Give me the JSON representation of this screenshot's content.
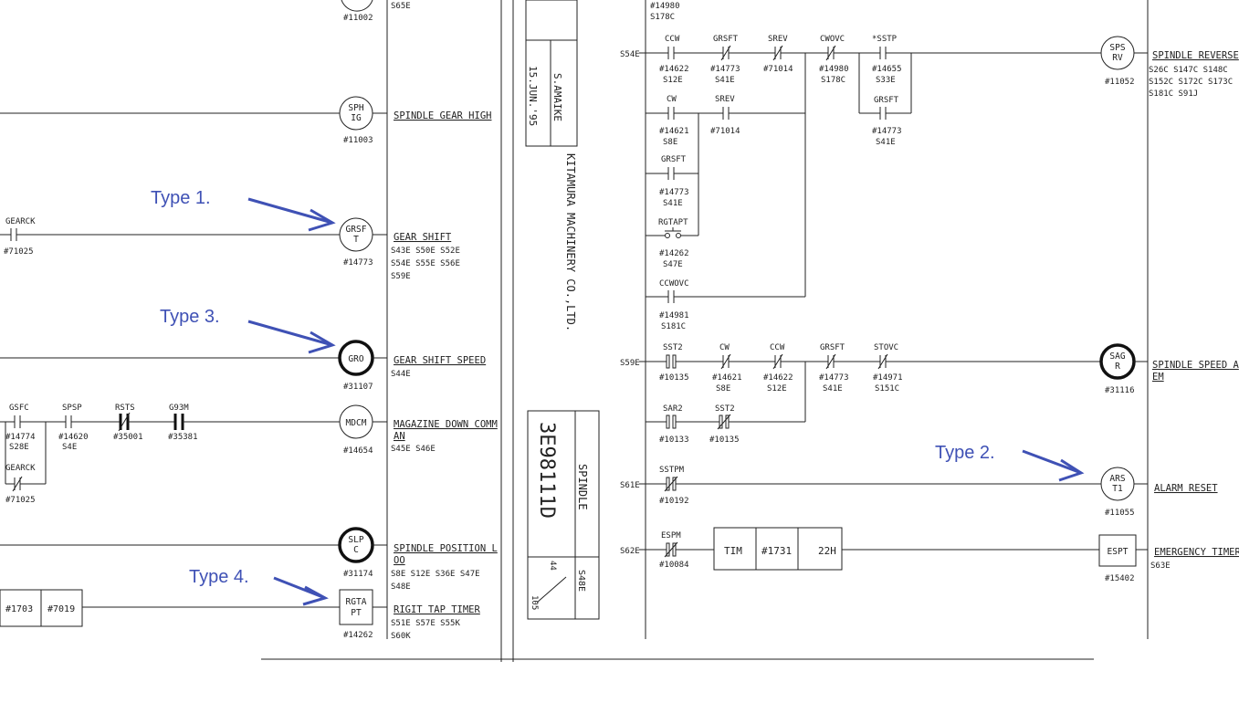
{
  "annotations": {
    "type1": "Type 1.",
    "type2": "Type 2.",
    "type3": "Type 3.",
    "type4": "Type 4."
  },
  "colors": {
    "annotation": "#3f51b5",
    "ink": "#222222"
  },
  "left_panel": {
    "top_coil": {
      "addr": "#11002",
      "refs": "S65E"
    },
    "rungs": [
      {
        "coil": [
          "SPH",
          "IG"
        ],
        "addr": "#11003",
        "label": "SPINDLE GEAR HIGH",
        "refs": []
      },
      {
        "coil": [
          "GRSF",
          "T"
        ],
        "addr": "#14773",
        "label": "GEAR SHIFT",
        "refs": [
          "S43E S50E S52E",
          "S54E S55E S56E",
          "S59E"
        ],
        "contact": {
          "name": "GEARCK",
          "addr": "#71025"
        }
      },
      {
        "coil": [
          "GRO"
        ],
        "addr": "#31107",
        "label": "GEAR SHIFT SPEED",
        "refs": [
          "S44E"
        ]
      },
      {
        "coil": [
          "MDCM"
        ],
        "addr": "#14654",
        "label": "MAGAZINE DOWN COMM",
        "label2": "AN",
        "refs": [
          "S45E S46E"
        ]
      },
      {
        "coil": [
          "SLP",
          "C"
        ],
        "addr": "#31174",
        "label": "SPINDLE POSITION L",
        "label2": "OO",
        "refs": [
          "S8E S12E S36E S47E",
          "S48E"
        ]
      },
      {
        "coil": [
          "RGTA",
          "PT"
        ],
        "addr": "#14262",
        "label": "RIGIT TAP TIMER",
        "refs": [
          "S51E S57E S55K",
          "S60K"
        ]
      }
    ],
    "mdcm_contacts": [
      {
        "name": "GSFC",
        "addr": "#14774",
        "ref": "S28E"
      },
      {
        "name": "SPSP",
        "addr": "#14620",
        "ref": "S4E"
      },
      {
        "name": "RSTS",
        "addr": "#35001",
        "ref": ""
      },
      {
        "name": "G93M",
        "addr": "#35381",
        "ref": ""
      }
    ],
    "mdcm_branch": {
      "name": "GEARCK",
      "addr": "#71025"
    },
    "timer_boxes": [
      "#1703",
      "#7019"
    ]
  },
  "title_block": {
    "designer": "S.AMAIKE",
    "date": "15.JUN.'95",
    "company": "KITAMURA MACHINERY CO.,LTD.",
    "drawing_no": "3E98111D",
    "section": "SPINDLE",
    "page_num": "44",
    "page_total": "105",
    "sheet": "S48E"
  },
  "right_panel": {
    "top_note": {
      "addr": "#14980",
      "ref": "S178C"
    },
    "rung_s54e": {
      "num": "S54E",
      "contacts": [
        {
          "name": "CCW",
          "addr": "#14622",
          "ref": "S12E"
        },
        {
          "name": "GRSFT",
          "addr": "#14773",
          "ref": "S41E"
        },
        {
          "name": "SREV",
          "addr": "#71014",
          "ref": ""
        },
        {
          "name": "CWOVC",
          "addr": "#14980",
          "ref": "S178C"
        },
        {
          "name": "*SSTP",
          "addr": "#14655",
          "ref": "S33E"
        }
      ],
      "parallel": [
        {
          "name": "CW",
          "addr": "#14621",
          "ref": "S8E"
        },
        {
          "name": "SREV",
          "addr": "#71014",
          "ref": ""
        },
        {
          "name": "GRSFT",
          "addr": "#14773",
          "ref": "S41E"
        },
        {
          "name": "RGTAPT",
          "addr": "#14262",
          "ref": "S47E"
        },
        {
          "name": "CCWOVC",
          "addr": "#14981",
          "ref": "S181C"
        },
        {
          "name": "GRSFT",
          "addr": "#14773",
          "ref": "S41E"
        }
      ],
      "coil": [
        "SPS",
        "RV"
      ],
      "coil_addr": "#11052",
      "label": "SPINDLE REVERSE",
      "refs": [
        "S26C S147C S148C",
        "S152C S172C S173C",
        "S181C S91J"
      ]
    },
    "rung_s59e": {
      "num": "S59E",
      "contacts": [
        {
          "name": "SST2",
          "addr": "#10135",
          "ref": ""
        },
        {
          "name": "CW",
          "addr": "#14621",
          "ref": "S8E"
        },
        {
          "name": "CCW",
          "addr": "#14622",
          "ref": "S12E"
        },
        {
          "name": "GRSFT",
          "addr": "#14773",
          "ref": "S41E"
        },
        {
          "name": "STOVC",
          "addr": "#14971",
          "ref": "S151C"
        }
      ],
      "parallel": [
        {
          "name": "SAR2",
          "addr": "#10133",
          "ref": ""
        },
        {
          "name": "SST2",
          "addr": "#10135",
          "ref": ""
        }
      ],
      "coil": [
        "SAG",
        "R"
      ],
      "coil_addr": "#31116",
      "label": "SPINDLE SPEED A",
      "label2": "EM"
    },
    "rung_s61e": {
      "num": "S61E",
      "contact": {
        "name": "SSTPM",
        "addr": "#10192"
      },
      "coil": [
        "ARS",
        "T1"
      ],
      "coil_addr": "#11055",
      "label": "ALARM RESET"
    },
    "rung_s62e": {
      "num": "S62E",
      "contact": {
        "name": "ESPM",
        "addr": "#10084"
      },
      "timer": [
        "TIM",
        "#1731",
        "22H"
      ],
      "coil": [
        "ESPT"
      ],
      "coil_addr": "#15402",
      "label": "EMERGENCY TIMER",
      "refs": [
        "S63E"
      ]
    }
  }
}
